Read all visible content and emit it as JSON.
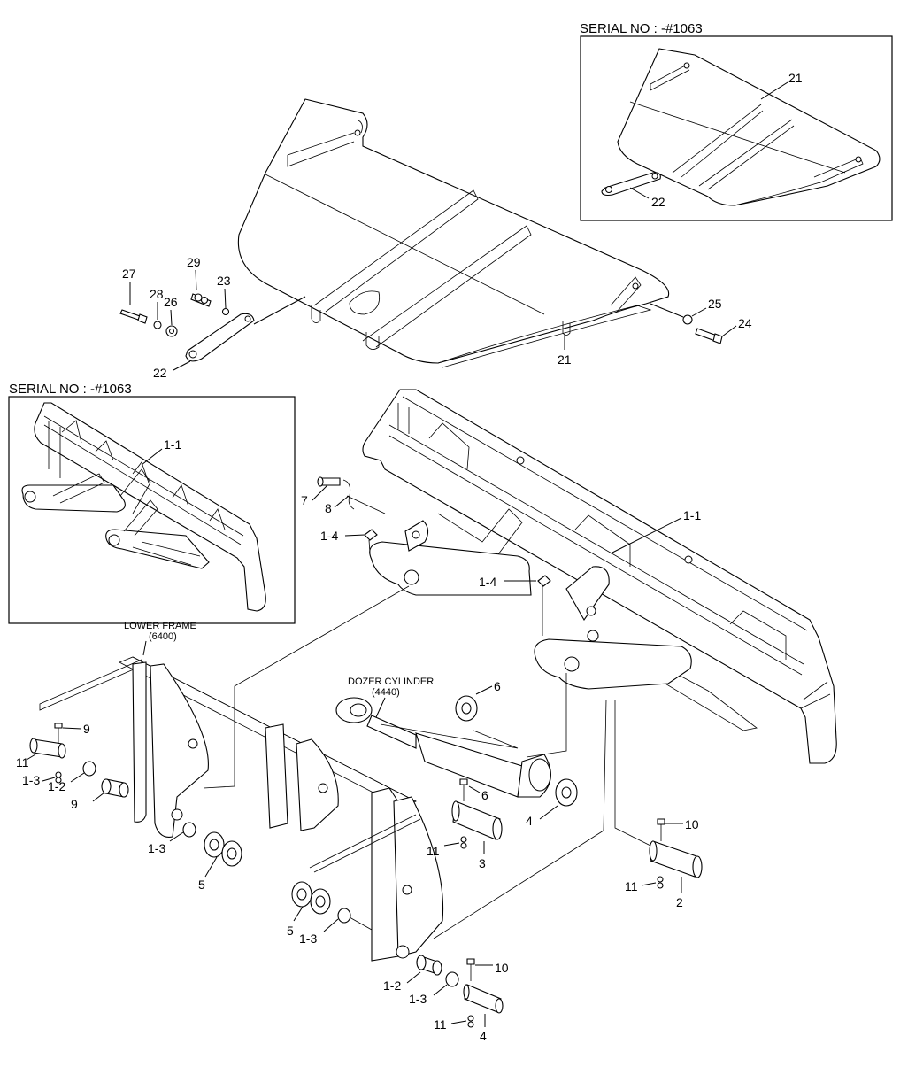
{
  "insets": {
    "top": {
      "serial_label": "SERIAL NO : -#1063"
    },
    "left": {
      "serial_label": "SERIAL NO : -#1063"
    }
  },
  "annotations": {
    "lower_frame": {
      "title": "LOWER FRAME",
      "ref": "(6400)"
    },
    "dozer_cylinder": {
      "title": "DOZER CYLINDER",
      "ref": "(4440)"
    }
  },
  "callouts": [
    {
      "id": "c21_inset",
      "text": "21"
    },
    {
      "id": "c22_inset",
      "text": "22"
    },
    {
      "id": "c27",
      "text": "27"
    },
    {
      "id": "c29",
      "text": "29"
    },
    {
      "id": "c28",
      "text": "28"
    },
    {
      "id": "c26",
      "text": "26"
    },
    {
      "id": "c23",
      "text": "23"
    },
    {
      "id": "c22_main",
      "text": "22"
    },
    {
      "id": "c21_main",
      "text": "21"
    },
    {
      "id": "c25",
      "text": "25"
    },
    {
      "id": "c24",
      "text": "24"
    },
    {
      "id": "c1_1_inset",
      "text": "1-1"
    },
    {
      "id": "c7",
      "text": "7"
    },
    {
      "id": "c8",
      "text": "8"
    },
    {
      "id": "c1_4_a",
      "text": "1-4"
    },
    {
      "id": "c1_4_b",
      "text": "1-4"
    },
    {
      "id": "c1_1_main",
      "text": "1-1"
    },
    {
      "id": "c6_a",
      "text": "6"
    },
    {
      "id": "c9_a",
      "text": "9"
    },
    {
      "id": "c4_a",
      "text": "4"
    },
    {
      "id": "c11_a",
      "text": "11"
    },
    {
      "id": "c1_3_a",
      "text": "1-3"
    },
    {
      "id": "c1_2_a",
      "text": "1-2"
    },
    {
      "id": "c9_b",
      "text": "9"
    },
    {
      "id": "c6_b",
      "text": "6"
    },
    {
      "id": "c1_3_b",
      "text": "1-3"
    },
    {
      "id": "c5_a",
      "text": "5"
    },
    {
      "id": "c11_b",
      "text": "11"
    },
    {
      "id": "c3",
      "text": "3"
    },
    {
      "id": "c10_a",
      "text": "10"
    },
    {
      "id": "c11_c",
      "text": "11"
    },
    {
      "id": "c2",
      "text": "2"
    },
    {
      "id": "c5_b",
      "text": "5"
    },
    {
      "id": "c1_3_c",
      "text": "1-3"
    },
    {
      "id": "c10_b",
      "text": "10"
    },
    {
      "id": "c1_2_b",
      "text": "1-2"
    },
    {
      "id": "c1_3_d",
      "text": "1-3"
    },
    {
      "id": "c11_d",
      "text": "11"
    },
    {
      "id": "c4_b",
      "text": "4"
    }
  ]
}
